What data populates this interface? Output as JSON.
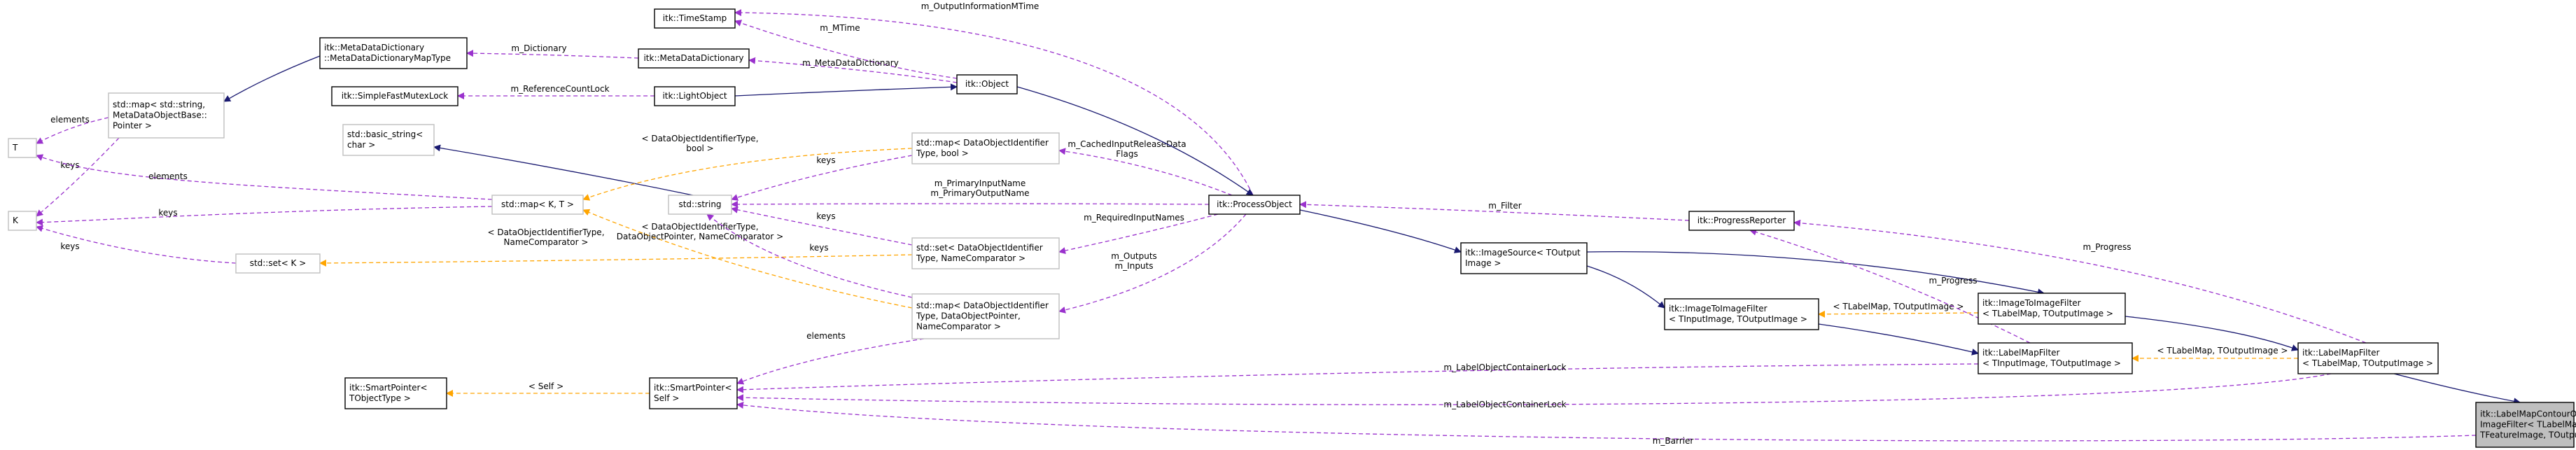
{
  "colors": {
    "node_border": "#000000",
    "node_border_light": "#bfbfbf",
    "node_fill": "#ffffff",
    "focus_fill": "#bfbfbf",
    "inherit": "#191970",
    "usage": "#9a32cd",
    "template": "#ffa500"
  },
  "nodes": [
    {
      "id": "tstamp",
      "lines": [
        "itk::TimeStamp"
      ]
    },
    {
      "id": "mddmt",
      "lines": [
        "itk::MetaDataDictionary",
        "::MetaDataDictionaryMapType"
      ]
    },
    {
      "id": "mdd",
      "lines": [
        "itk::MetaDataDictionary"
      ]
    },
    {
      "id": "obj",
      "lines": [
        "itk::Object"
      ]
    },
    {
      "id": "lobj",
      "lines": [
        "itk::LightObject"
      ]
    },
    {
      "id": "sfml",
      "lines": [
        "itk::SimpleFastMutexLock"
      ]
    },
    {
      "id": "mapmeta",
      "lines": [
        "std::map< std::string,",
        "MetaDataObjectBase::",
        "Pointer >"
      ]
    },
    {
      "id": "T",
      "lines": [
        "T"
      ]
    },
    {
      "id": "K",
      "lines": [
        "K"
      ]
    },
    {
      "id": "basicstr",
      "lines": [
        "std::basic_string<",
        "char >"
      ]
    },
    {
      "id": "mapKT",
      "lines": [
        "std::map< K, T >"
      ]
    },
    {
      "id": "stdstr",
      "lines": [
        "std::string"
      ]
    },
    {
      "id": "setK",
      "lines": [
        "std::set< K >"
      ]
    },
    {
      "id": "mapbool",
      "lines": [
        "std::map< DataObjectIdentifier",
        "Type, bool >"
      ]
    },
    {
      "id": "setDOI",
      "lines": [
        "std::set< DataObjectIdentifier",
        "Type, NameComparator >"
      ]
    },
    {
      "id": "mapDOP",
      "lines": [
        "std::map< DataObjectIdentifier",
        "Type, DataObjectPointer,",
        "NameComparator >"
      ]
    },
    {
      "id": "procobj",
      "lines": [
        "itk::ProcessObject"
      ]
    },
    {
      "id": "progrep",
      "lines": [
        "itk::ProgressReporter"
      ]
    },
    {
      "id": "imgsrc",
      "lines": [
        "itk::ImageSource< TOutput",
        "Image >"
      ]
    },
    {
      "id": "i2ifT",
      "lines": [
        "itk::ImageToImageFilter",
        "< TInputImage, TOutputImage >"
      ]
    },
    {
      "id": "i2ifL",
      "lines": [
        "itk::ImageToImageFilter",
        "< TLabelMap, TOutputImage >"
      ]
    },
    {
      "id": "lmfT",
      "lines": [
        "itk::LabelMapFilter",
        "< TInputImage, TOutputImage >"
      ]
    },
    {
      "id": "lmfL",
      "lines": [
        "itk::LabelMapFilter",
        "< TLabelMap, TOutputImage >"
      ]
    },
    {
      "id": "sptrT",
      "lines": [
        "itk::SmartPointer<",
        "TObjectType >"
      ]
    },
    {
      "id": "sptrS",
      "lines": [
        "itk::SmartPointer<",
        "Self >"
      ]
    },
    {
      "id": "focus",
      "lines": [
        "itk::LabelMapContourOverlay",
        "ImageFilter< TLabelMap,",
        "TFeatureImage, TOutputImage >"
      ]
    }
  ],
  "edges": [
    {
      "kind": "usage",
      "from": "obj",
      "to": "tstamp",
      "label": [
        "m_MTime"
      ]
    },
    {
      "kind": "usage",
      "from": "procobj",
      "to": "tstamp",
      "label": [
        "m_OutputInformationMTime"
      ]
    },
    {
      "kind": "usage",
      "from": "mdd",
      "to": "mddmt",
      "label": [
        "m_Dictionary"
      ]
    },
    {
      "kind": "usage",
      "from": "obj",
      "to": "mdd",
      "label": [
        "m_MetaDataDictionary"
      ]
    },
    {
      "kind": "inherit",
      "from": "lobj",
      "to": "obj",
      "label": []
    },
    {
      "kind": "usage",
      "from": "lobj",
      "to": "sfml",
      "label": [
        "m_ReferenceCountLock"
      ]
    },
    {
      "kind": "inherit",
      "from": "mddmt",
      "to": "mapmeta",
      "label": []
    },
    {
      "kind": "usage",
      "from": "mapmeta",
      "to": "T",
      "label": [
        "elements"
      ]
    },
    {
      "kind": "usage",
      "from": "mapmeta",
      "to": "K",
      "label": [
        "keys"
      ]
    },
    {
      "kind": "usage",
      "from": "mapKT",
      "to": "T",
      "label": [
        "elements"
      ]
    },
    {
      "kind": "usage",
      "from": "mapKT",
      "to": "K",
      "label": [
        "keys"
      ]
    },
    {
      "kind": "usage",
      "from": "setK",
      "to": "K",
      "label": [
        "keys"
      ]
    },
    {
      "kind": "inherit",
      "from": "stdstr",
      "to": "basicstr",
      "label": []
    },
    {
      "kind": "template",
      "from": "mapbool",
      "to": "mapKT",
      "label": [
        "< DataObjectIdentifierType,",
        "bool >"
      ]
    },
    {
      "kind": "template",
      "from": "mapDOP",
      "to": "mapKT",
      "label": [
        "< DataObjectIdentifierType,",
        "DataObjectPointer, NameComparator >"
      ]
    },
    {
      "kind": "template",
      "from": "setDOI",
      "to": "setK",
      "label": [
        "< DataObjectIdentifierType,",
        "NameComparator >"
      ]
    },
    {
      "kind": "usage",
      "from": "mapbool",
      "to": "stdstr",
      "label": [
        "keys"
      ]
    },
    {
      "kind": "usage",
      "from": "setDOI",
      "to": "stdstr",
      "label": [
        "keys"
      ]
    },
    {
      "kind": "usage",
      "from": "mapDOP",
      "to": "stdstr",
      "label": [
        "keys"
      ]
    },
    {
      "kind": "usage",
      "from": "procobj",
      "to": "stdstr",
      "label": [
        "m_PrimaryInputName",
        "m_PrimaryOutputName"
      ]
    },
    {
      "kind": "usage",
      "from": "procobj",
      "to": "mapbool",
      "label": [
        "m_CachedInputReleaseData",
        "Flags"
      ]
    },
    {
      "kind": "usage",
      "from": "procobj",
      "to": "setDOI",
      "label": [
        "m_RequiredInputNames"
      ]
    },
    {
      "kind": "usage",
      "from": "procobj",
      "to": "mapDOP",
      "label": [
        "m_Outputs",
        "m_Inputs"
      ]
    },
    {
      "kind": "inherit",
      "from": "obj",
      "to": "procobj",
      "label": []
    },
    {
      "kind": "usage",
      "from": "progrep",
      "to": "procobj",
      "label": [
        "m_Filter"
      ]
    },
    {
      "kind": "inherit",
      "from": "procobj",
      "to": "imgsrc",
      "label": []
    },
    {
      "kind": "inherit",
      "from": "imgsrc",
      "to": "i2ifT",
      "label": []
    },
    {
      "kind": "inherit",
      "from": "imgsrc",
      "to": "i2ifL",
      "label": []
    },
    {
      "kind": "template",
      "from": "i2ifL",
      "to": "i2ifT",
      "label": [
        "< TLabelMap, TOutputImage >"
      ]
    },
    {
      "kind": "inherit",
      "from": "i2ifT",
      "to": "lmfT",
      "label": []
    },
    {
      "kind": "inherit",
      "from": "i2ifL",
      "to": "lmfL",
      "label": []
    },
    {
      "kind": "template",
      "from": "lmfL",
      "to": "lmfT",
      "label": [
        "< TLabelMap, TOutputImage >"
      ]
    },
    {
      "kind": "usage",
      "from": "lmfT",
      "to": "progrep",
      "label": [
        "m_Progress"
      ]
    },
    {
      "kind": "usage",
      "from": "lmfL",
      "to": "progrep",
      "label": [
        "m_Progress"
      ]
    },
    {
      "kind": "usage",
      "from": "mapDOP",
      "to": "sptrS",
      "label": [
        "elements"
      ]
    },
    {
      "kind": "template",
      "from": "sptrS",
      "to": "sptrT",
      "label": [
        "< Self >"
      ]
    },
    {
      "kind": "usage",
      "from": "lmfT",
      "to": "sptrS",
      "label": [
        "m_LabelObjectContainerLock"
      ]
    },
    {
      "kind": "usage",
      "from": "lmfL",
      "to": "sptrS",
      "label": [
        "m_LabelObjectContainerLock"
      ]
    },
    {
      "kind": "usage",
      "from": "focus",
      "to": "sptrS",
      "label": [
        "m_Barrier"
      ]
    },
    {
      "kind": "inherit",
      "from": "lmfL",
      "to": "focus",
      "label": []
    }
  ]
}
